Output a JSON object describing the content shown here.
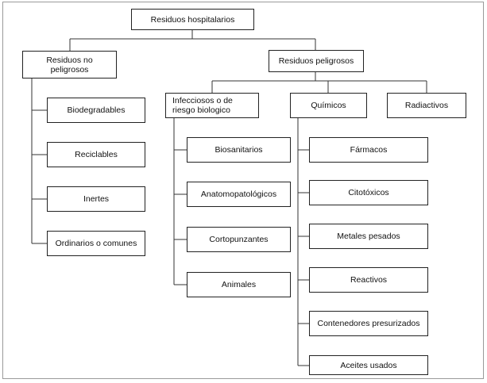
{
  "root": "Residuos hospitalarios",
  "no_peligrosos": {
    "label": "Residuos no peligrosos",
    "items": [
      "Biodegradables",
      "Reciclables",
      "Inertes",
      "Ordinarios o comunes"
    ]
  },
  "peligrosos": {
    "label": "Residuos peligrosos",
    "infecciosos": {
      "label": "Infecciosos o de riesgo biologico",
      "items": [
        "Biosanitarios",
        "Anatomopatológicos",
        "Cortopunzantes",
        "Animales"
      ]
    },
    "quimicos": {
      "label": "Químicos",
      "items": [
        "Fármacos",
        "Citotóxicos",
        "Metales pesados",
        "Reactivos",
        "Contenedores presurizados",
        "Aceites usados"
      ]
    },
    "radiactivos": {
      "label": "Radiactivos"
    }
  }
}
